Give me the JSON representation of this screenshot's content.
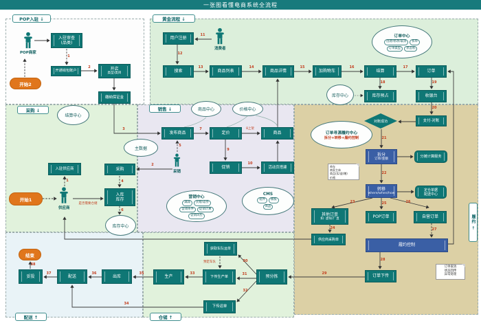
{
  "header": {
    "title": "一张图看懂电商系统全流程"
  },
  "sections": {
    "pop": "POP入驻 ↓",
    "golden": "黄金流程 ↓",
    "purchase": "采购 ↓",
    "sales": "销售 ↓",
    "delivery": "配送 ↑",
    "warehouse": "仓储 ↑",
    "fulfillment": "履约 ←"
  },
  "actors": {
    "pop_merchant": "POP商家",
    "consumer": "消费者",
    "supplier": "供应商",
    "buyer": "采销"
  },
  "terminals": {
    "start1": "开始1",
    "start2": "开始2",
    "end": "结束"
  },
  "boxes": {
    "user_register": "用户注册",
    "search": "搜索",
    "product_list": "商品列表",
    "product_detail": "商品详情",
    "add_cart": "加购物车",
    "settle": "结算",
    "order": "订单",
    "stock_hold": "库存预占",
    "cashier": "收银台",
    "pay_recon": "支付-对账",
    "publish": "发布商品",
    "pricing": "定价",
    "product": "商品",
    "promo": "促销",
    "activity_page": "活动页搭建",
    "enroll_review_1": "入驻审查",
    "enroll_review_2": "(品类)",
    "wallet": "开通钱包账户",
    "open_shop_1": "开店",
    "open_shop_2": "类型/类目",
    "deposit": "缴纳保证金",
    "supplier_enroll": "入驻供应商",
    "purchase": "采购",
    "inbound_1": "入库",
    "inbound_2": "库存",
    "split_1": "拆分",
    "split_2": "订单/金额",
    "transfer_1": "转移",
    "transfer_2": "where/when/how",
    "share_calc": "分摊计算服务",
    "warehouse_assign_1": "定仓单据",
    "warehouse_assign_2": "配送中心",
    "other_order_1": "其他订单",
    "other_order_2": "如: 虚拟/厂直",
    "pop_order": "POP订单",
    "self_order": "自营订单",
    "supplier_po": "供应商采购单",
    "fulfill_control": "履约控制",
    "order_download": "订单下传",
    "fleet_order": "获取车队运单",
    "prod_order": "下传生产单",
    "presort": "预分拣",
    "waybill": "下传运单",
    "produce": "生产",
    "outbound": "出库",
    "deliver": "配送",
    "delivered": "妥投"
  },
  "ellipses": {
    "settle_center": "结算中心",
    "master_data": "主数据",
    "product_center": "商品中心",
    "price_center": "价格中心",
    "stock_center1": "库存中心",
    "stock_center2": "库存中心",
    "recon_ok": "对账成功"
  },
  "centers": {
    "order_center": {
      "title": "订单中心",
      "pills": [
        "创建/修改/取消",
        "拆单",
        "订单类型",
        "状态机"
      ]
    },
    "marketing": {
      "title": "营销中心",
      "pills": [
        "满减",
        "买赠/返券",
        "促销条件",
        "促销计算",
        "促销风控"
      ]
    },
    "cms": {
      "title": "CMS",
      "pills": [
        "组件",
        "模板",
        "商品"
      ]
    },
    "sourcing": {
      "title": "订单寻源履约中心",
      "subtitle": "拆分+转移+履约控制"
    }
  },
  "notes": {
    "split_note": [
      "库存",
      "商家主体",
      "商品(实/虚/赠)",
      "价格"
    ],
    "status_note": [
      "订单取消",
      "状态回传",
      "异常处理"
    ]
  },
  "annotations": {
    "need_warehouse": "是否需要仓储",
    "launch": "8上架",
    "book_fleet": "预定车队"
  },
  "numbers": {
    "pop1": "1",
    "pop2": "2",
    "n3": "3",
    "sup1": "1",
    "buy2": "2",
    "n4": "4",
    "n5": "5",
    "n6": "6",
    "n7": "7",
    "n9": "9",
    "n10": "10",
    "n11": "11",
    "n12": "12",
    "n13": "13",
    "n14": "14",
    "n15": "15",
    "n16": "16",
    "n17": "17",
    "n18": "18",
    "n19": "19",
    "n20": "20",
    "n21": "21",
    "n22": "22",
    "n23": "23",
    "n24": "24",
    "n25": "25",
    "n26": "26",
    "n27": "27",
    "n28": "28",
    "n29": "29",
    "n30": "30",
    "n31": "31",
    "n32": "32",
    "n33": "33",
    "n34": "34",
    "n35": "35",
    "n36": "36",
    "n37": "37",
    "n38": "38"
  }
}
